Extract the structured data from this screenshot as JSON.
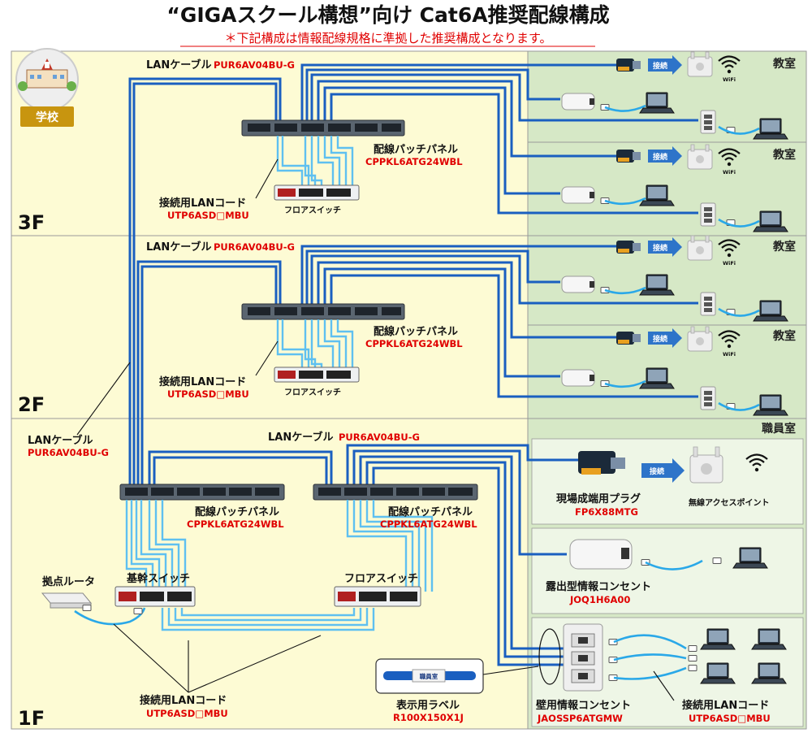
{
  "title": "“GIGAスクール構想”向け Cat6A推奨配線構成",
  "subtitle": "＊下記構成は情報配線規格に準拠した推奨構成となります。",
  "school_badge": "学校",
  "colors": {
    "floor_bg": "#fdfbd4",
    "room_bg": "#d6e8c6",
    "cable": "#1a5fc0",
    "patch_cord": "#5fc0f0",
    "part_number": "#e00000",
    "accent_arrow": "#2e74c9"
  },
  "floors": [
    {
      "label": "3F",
      "lan_cable": "LANケーブル",
      "lan_cable_part": "PUR6AV04BU-G",
      "patch_panel": "配線パッチパネル",
      "patch_panel_part": "CPPKL6ATG24WBL",
      "patch_cord": "接続用LANコード",
      "patch_cord_part": "UTP6ASD□MBU",
      "switch": "フロアスイッチ",
      "rooms": [
        "教室",
        "教室"
      ]
    },
    {
      "label": "2F",
      "lan_cable": "LANケーブル",
      "lan_cable_part": "PUR6AV04BU-G",
      "patch_panel": "配線パッチパネル",
      "patch_panel_part": "CPPKL6ATG24WBL",
      "patch_cord": "接続用LANコード",
      "patch_cord_part": "UTP6ASD□MBU",
      "switch": "フロアスイッチ",
      "rooms": [
        "教室",
        "教室"
      ]
    }
  ],
  "riser": {
    "lan_cable": "LANケーブル",
    "lan_cable_part": "PUR6AV04BU-G"
  },
  "first_floor": {
    "label": "1F",
    "lan_cable": "LANケーブル",
    "lan_cable_part": "PUR6AV04BU-G",
    "patch_panel": "配線パッチパネル",
    "patch_panel_part": "CPPKL6ATG24WBL",
    "router": "拠点ルータ",
    "core_switch": "基幹スイッチ",
    "floor_switch": "フロアスイッチ",
    "patch_cord": "接続用LANコード",
    "patch_cord_part": "UTP6ASD□MBU",
    "label_tag": "表示用ラベル",
    "label_tag_part": "R100X150X1J",
    "label_tag_text": "職員室",
    "staff_room": "職員室",
    "field_plug": "現場成端用プラグ",
    "field_plug_part": "FP6X88MTG",
    "access_point": "無線アクセスポイント",
    "surface_outlet": "露出型情報コンセント",
    "surface_outlet_part": "JOQ1H6A00",
    "wall_outlet": "壁用情報コンセント",
    "wall_outlet_part": "JAOSSP6ATGMW",
    "device_cord": "接続用LANコード",
    "device_cord_part": "UTP6ASD□MBU"
  },
  "connect_label": "接続",
  "wifi_label": "WiFi"
}
